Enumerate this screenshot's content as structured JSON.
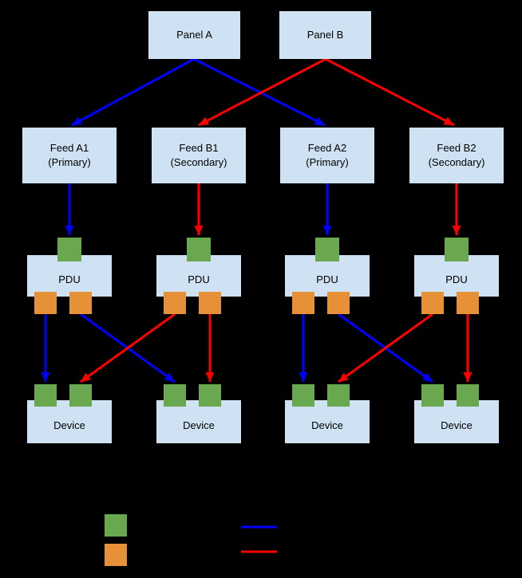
{
  "colors": {
    "background": "#000000",
    "node_fill": "#cfe2f3",
    "node_text": "#000000",
    "input_green": "#6aa84f",
    "output_orange": "#e69138",
    "primary_blue": "#0000ff",
    "secondary_red": "#ff0000"
  },
  "panels": [
    {
      "label": "Panel A"
    },
    {
      "label": "Panel B"
    }
  ],
  "feeds": [
    {
      "label": "Feed A1",
      "sublabel": "(Primary)"
    },
    {
      "label": "Feed B1",
      "sublabel": "(Secondary)"
    },
    {
      "label": "Feed A2",
      "sublabel": "(Primary)"
    },
    {
      "label": "Feed B2",
      "sublabel": "(Secondary)"
    }
  ],
  "pdus": [
    {
      "label": "PDU"
    },
    {
      "label": "PDU"
    },
    {
      "label": "PDU"
    },
    {
      "label": "PDU"
    }
  ],
  "devices": [
    {
      "label": "Device"
    },
    {
      "label": "Device"
    },
    {
      "label": "Device"
    },
    {
      "label": "Device"
    }
  ],
  "legend": {
    "items": [
      {
        "swatch": "green-square"
      },
      {
        "swatch": "orange-square"
      },
      {
        "swatch": "blue-line"
      },
      {
        "swatch": "red-line"
      }
    ]
  }
}
